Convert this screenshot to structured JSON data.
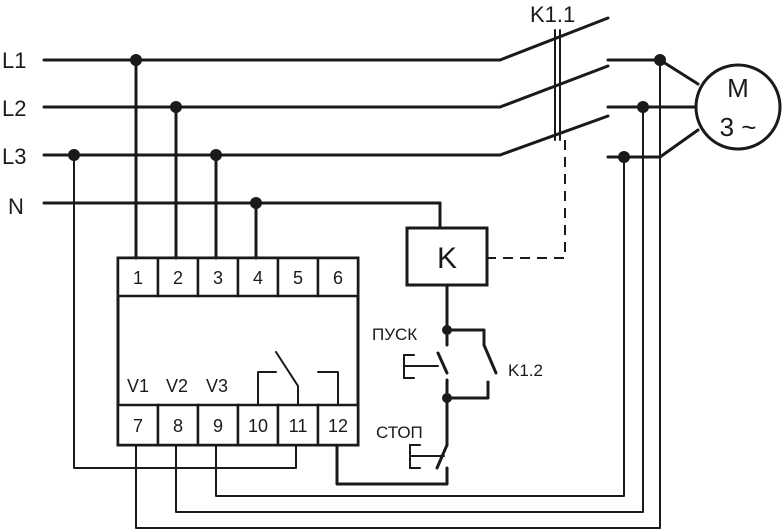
{
  "lines": {
    "l1": "L1",
    "l2": "L2",
    "l3": "L3",
    "n": "N"
  },
  "contactor": {
    "main_contact": "K1.1",
    "coil": "K",
    "aux_contact": "K1.2"
  },
  "motor": {
    "name": "M",
    "phase": "3 ~"
  },
  "buttons": {
    "start": "ПУСК",
    "stop": "СТОП"
  },
  "relay": {
    "top_terminals": [
      "1",
      "2",
      "3",
      "4",
      "5",
      "6"
    ],
    "bottom_terminals": [
      "7",
      "8",
      "9",
      "10",
      "11",
      "12"
    ],
    "inputs": [
      "V1",
      "V2",
      "V3"
    ]
  }
}
